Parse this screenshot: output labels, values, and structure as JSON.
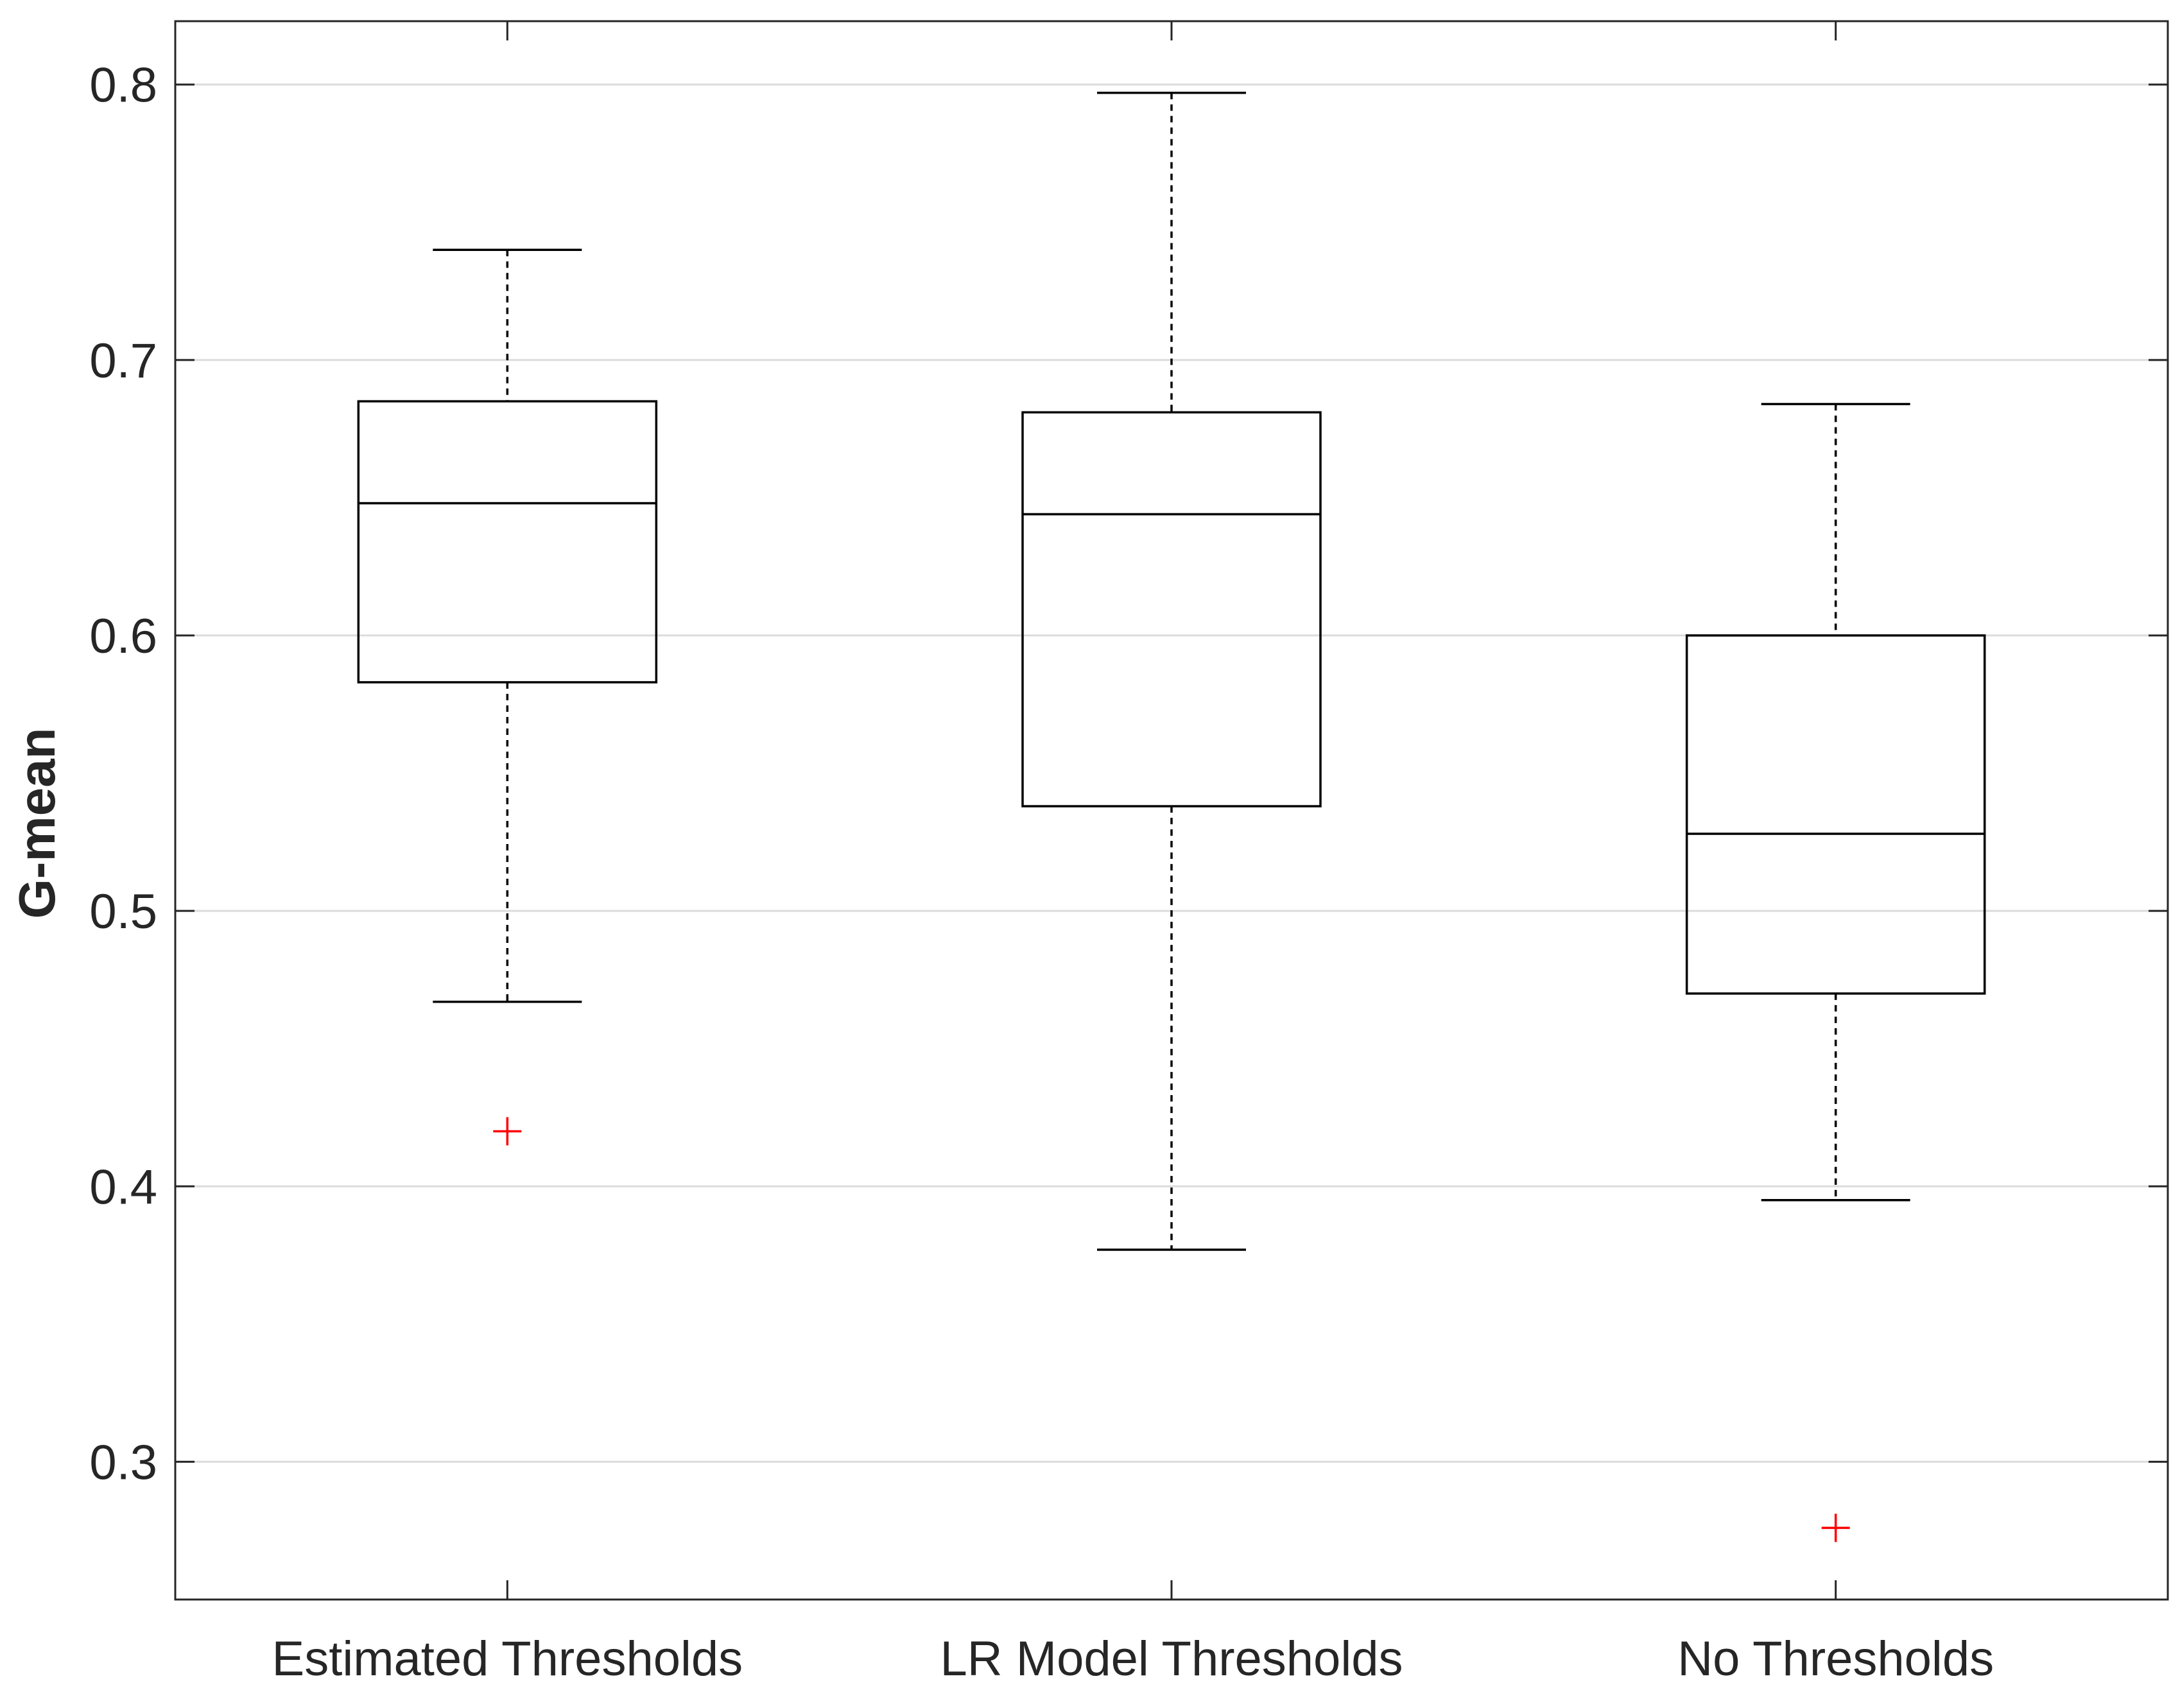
{
  "chart_data": {
    "type": "box",
    "title": "",
    "xlabel": "",
    "ylabel": "G-mean",
    "ylim": [
      0.25,
      0.823
    ],
    "yticks": [
      0.3,
      0.4,
      0.5,
      0.6,
      0.7,
      0.8
    ],
    "ytick_labels": [
      "0.3",
      "0.4",
      "0.5",
      "0.6",
      "0.7",
      "0.8"
    ],
    "grid": "horizontal",
    "categories": [
      "Estimated Thresholds",
      "LR Model Thresholds",
      "No Thresholds"
    ],
    "boxes": [
      {
        "category": "Estimated Thresholds",
        "lower_whisker": 0.467,
        "q1": 0.583,
        "median": 0.648,
        "q3": 0.685,
        "upper_whisker": 0.74,
        "outliers": [
          0.42
        ]
      },
      {
        "category": "LR Model Thresholds",
        "lower_whisker": 0.377,
        "q1": 0.538,
        "median": 0.644,
        "q3": 0.681,
        "upper_whisker": 0.797,
        "outliers": []
      },
      {
        "category": "No Thresholds",
        "lower_whisker": 0.395,
        "q1": 0.47,
        "median": 0.528,
        "q3": 0.6,
        "upper_whisker": 0.684,
        "outliers": [
          0.276
        ]
      }
    ],
    "colors": {
      "box": "#000000",
      "outlier": "#ff0000",
      "grid": "#dcdcdc",
      "text": "#262626"
    }
  }
}
